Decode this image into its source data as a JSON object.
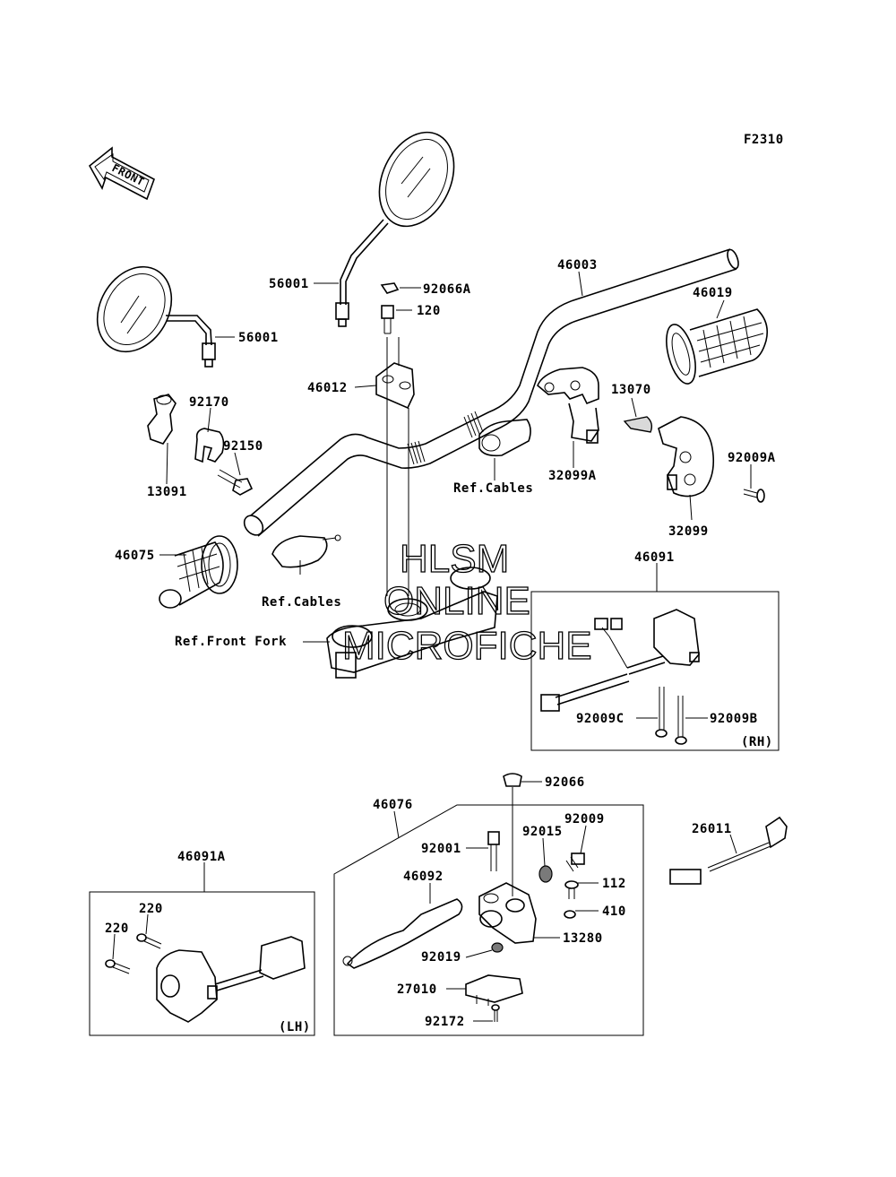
{
  "figure_code": "F2310",
  "front_arrow_label": "FRONT",
  "watermark": {
    "line1": "HLSM",
    "line2": "ONLINE",
    "line3": "MICROFICHE"
  },
  "callouts": {
    "c56001a": "56001",
    "c56001b": "56001",
    "c92066a": "92066A",
    "c120": "120",
    "c46003": "46003",
    "c46019": "46019",
    "c46012": "46012",
    "c13070": "13070",
    "c92170": "92170",
    "c92150": "92150",
    "c13091": "13091",
    "c32099a": "32099A",
    "c92009a": "92009A",
    "c32099": "32099",
    "c46075": "46075",
    "c46091": "46091",
    "c92009c": "92009C",
    "c92009b": "92009B",
    "c92066": "92066",
    "c46076": "46076",
    "c92009": "92009",
    "c92001": "92001",
    "c92015": "92015",
    "c46092": "46092",
    "c112": "112",
    "c410": "410",
    "c13280": "13280",
    "c92019": "92019",
    "c27010": "27010",
    "c92172": "92172",
    "c46091a": "46091A",
    "c220a": "220",
    "c220b": "220",
    "c26011": "26011"
  },
  "references": {
    "ref_cables_top": "Ref.Cables",
    "ref_cables_left": "Ref.Cables",
    "ref_front_fork": "Ref.Front Fork"
  },
  "box_tags": {
    "rh": "(RH)",
    "lh": "(LH)"
  }
}
